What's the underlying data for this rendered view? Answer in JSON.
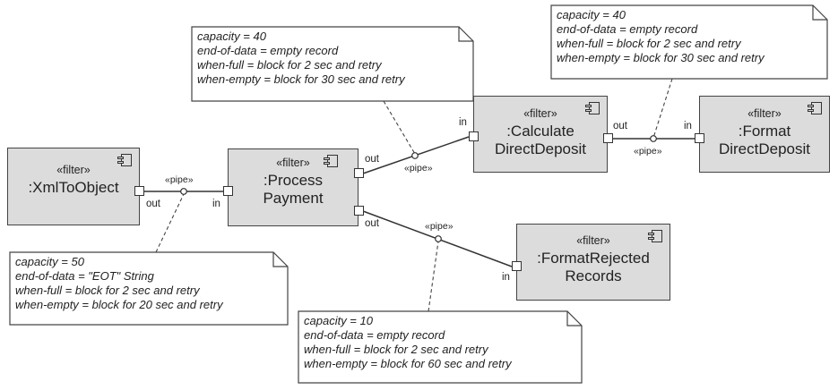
{
  "components": [
    {
      "id": "xml",
      "stereotype": "«filter»",
      "name": ":XmlToObject"
    },
    {
      "id": "process",
      "stereotype": "«filter»",
      "name": ":Process\nPayment"
    },
    {
      "id": "calc",
      "stereotype": "«filter»",
      "name": ":Calculate\nDirectDeposit"
    },
    {
      "id": "format",
      "stereotype": "«filter»",
      "name": ":Format\nDirectDeposit"
    },
    {
      "id": "reject",
      "stereotype": "«filter»",
      "name": ":FormatRejected\nRecords"
    }
  ],
  "ports": {
    "in": "in",
    "out": "out"
  },
  "pipe_label": "«pipe»",
  "notes": [
    {
      "id": "note-xml-process",
      "lines": [
        "capacity = 50",
        "end-of-data = \"EOT\" String",
        "when-full = block for 2 sec and retry",
        "when-empty = block for 20 sec and retry"
      ]
    },
    {
      "id": "note-process-calc",
      "lines": [
        "capacity = 40",
        "end-of-data = empty record",
        "when-full = block for 2 sec and retry",
        "when-empty = block for 30 sec and retry"
      ]
    },
    {
      "id": "note-calc-format",
      "lines": [
        "capacity = 40",
        "end-of-data = empty record",
        "when-full = block for 2 sec and retry",
        "when-empty = block for 30 sec and retry"
      ]
    },
    {
      "id": "note-process-reject",
      "lines": [
        "capacity = 10",
        "end-of-data = empty record",
        "when-full = block for 2 sec and retry",
        "when-empty = block for 60 sec and retry"
      ]
    }
  ]
}
